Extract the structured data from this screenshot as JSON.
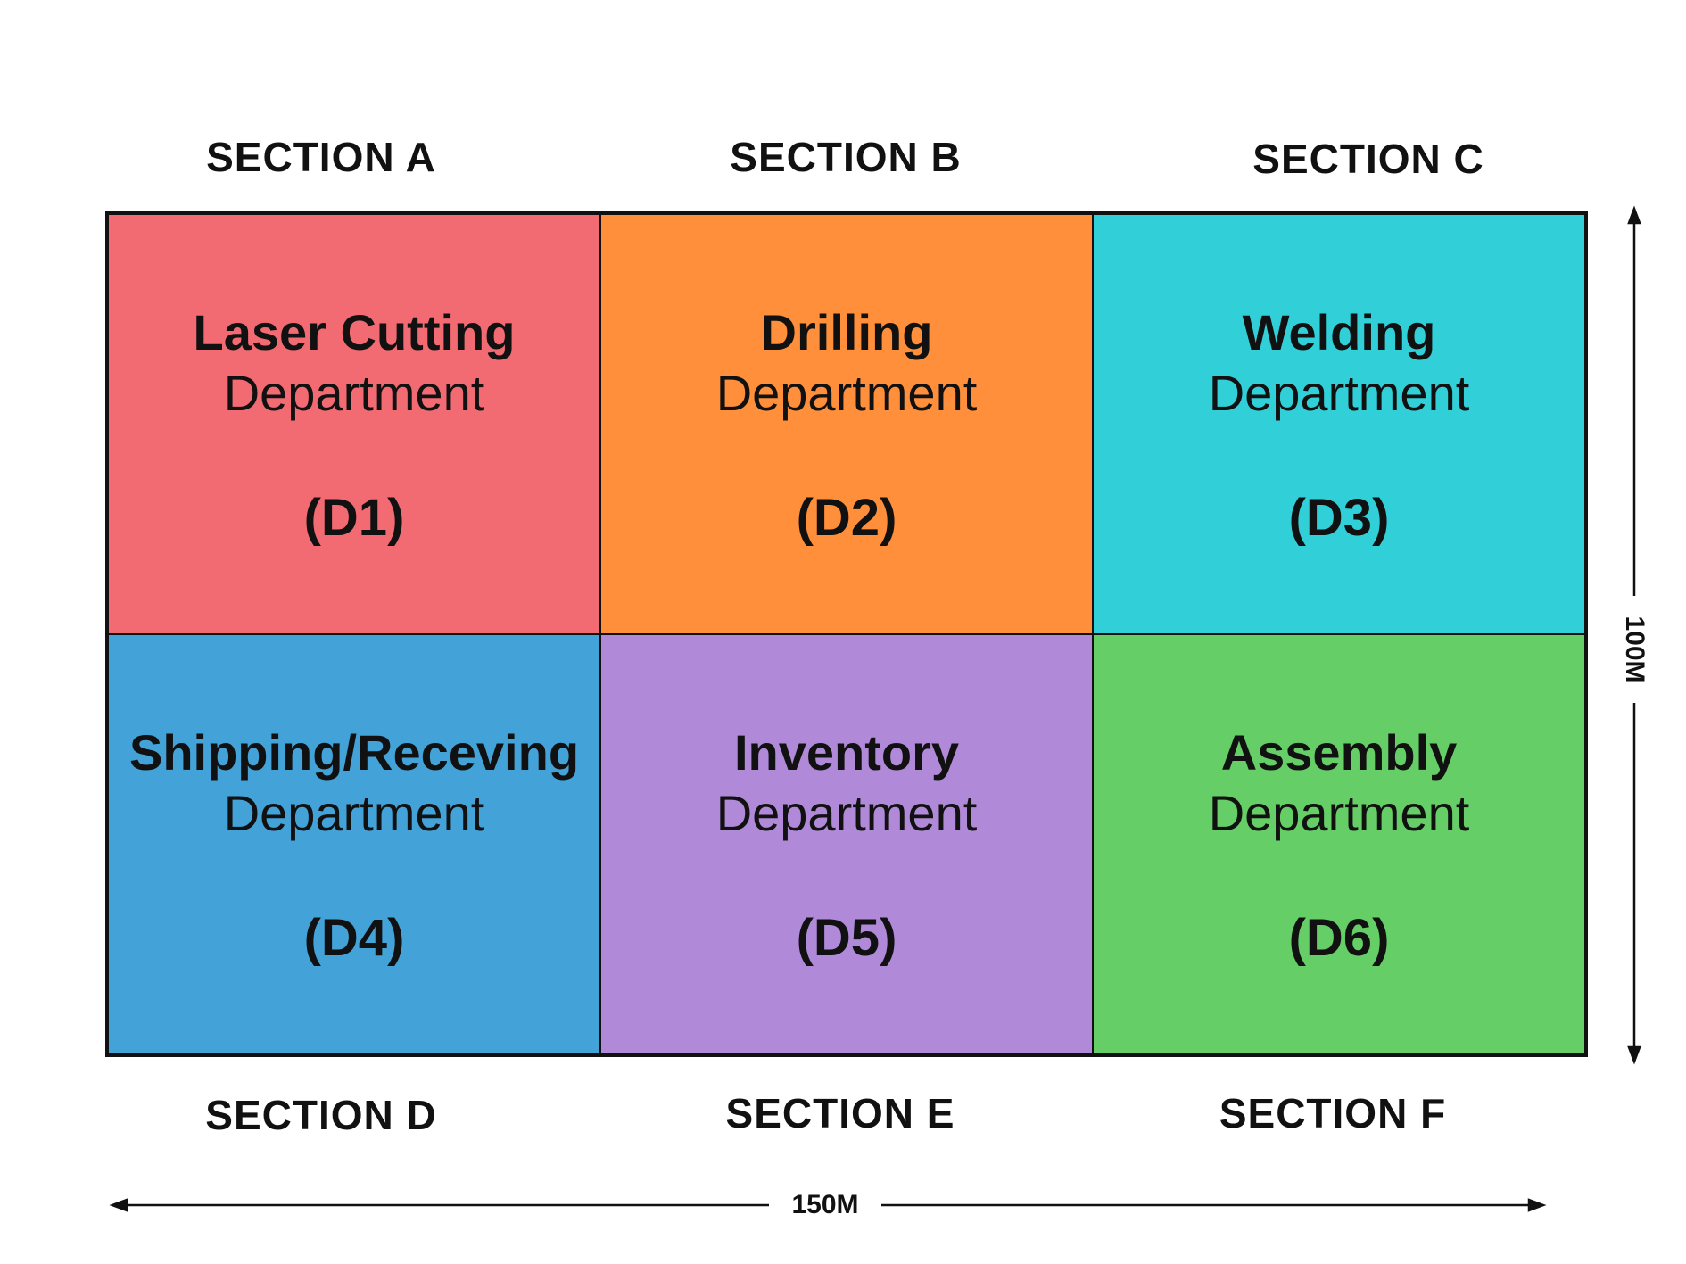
{
  "sections": {
    "top": [
      "SECTION A",
      "SECTION B",
      "SECTION C"
    ],
    "bottom": [
      "SECTION D",
      "SECTION E",
      "SECTION F"
    ]
  },
  "departments": [
    {
      "name": "Laser Cutting",
      "sub": "Department",
      "code": "(D1)",
      "color": "#F26B72"
    },
    {
      "name": "Drilling",
      "sub": "Department",
      "code": "(D2)",
      "color": "#FF8F3A"
    },
    {
      "name": "Welding",
      "sub": "Department",
      "code": "(D3)",
      "color": "#31CFD8"
    },
    {
      "name": "Shipping/Receving",
      "sub": "Department",
      "code": "(D4)",
      "color": "#43A3D9"
    },
    {
      "name": "Inventory",
      "sub": "Department",
      "code": "(D5)",
      "color": "#B08AD8"
    },
    {
      "name": "Assembly",
      "sub": "Department",
      "code": "(D6)",
      "color": "#66CE66"
    }
  ],
  "dimensions": {
    "width_label": "150M",
    "height_label": "100M"
  }
}
